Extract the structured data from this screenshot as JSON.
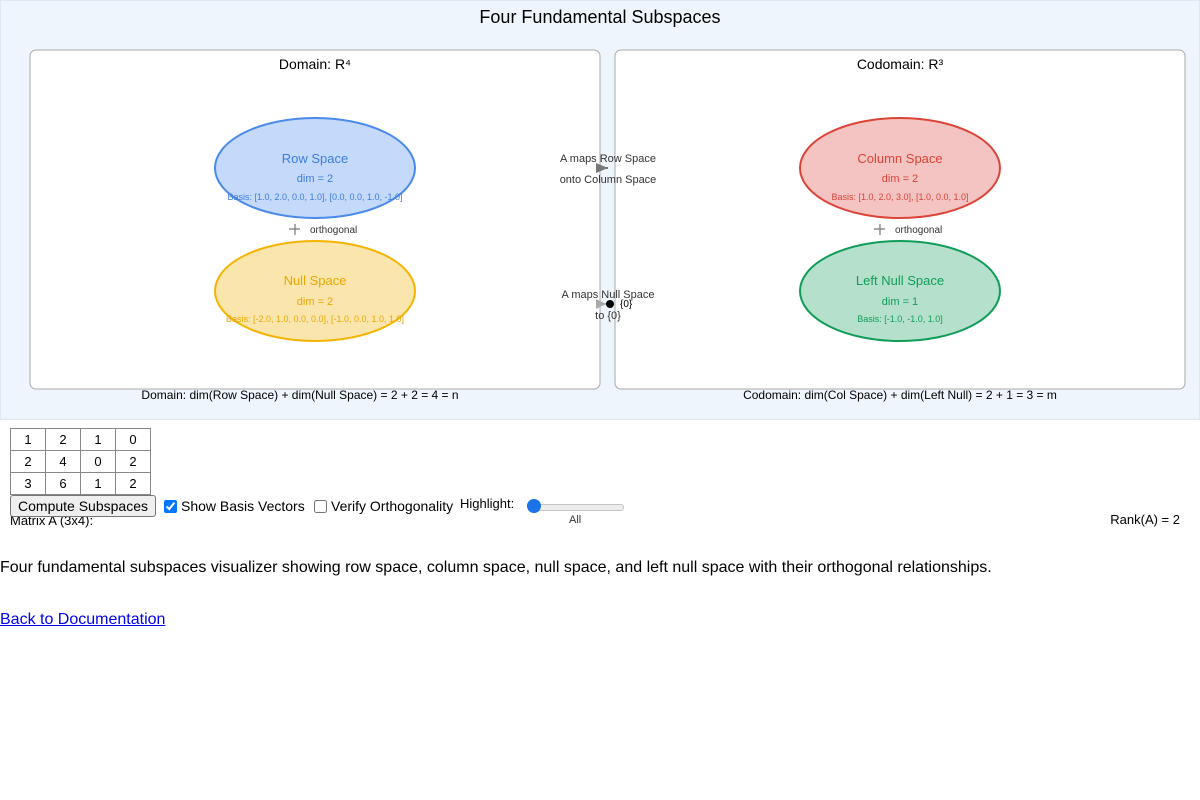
{
  "title": "Four Fundamental Subspaces",
  "domain_panel": {
    "label": "Domain: R⁴",
    "summary": "Domain: dim(Row Space) + dim(Null Space) = 2 + 2 = 4 = n"
  },
  "codomain_panel": {
    "label": "Codomain: R³",
    "summary": "Codomain: dim(Col Space) + dim(Left Null) = 2 + 1 = 3 = m"
  },
  "subspaces": {
    "row": {
      "name": "Row Space",
      "dim": "dim = 2",
      "basis": "Basis: [1.0, 2.0, 0.0, 1.0], [0.0, 0.0, 1.0, -1.0]",
      "fill": "#c5d9fa",
      "stroke": "#4a8ae8",
      "text_color": "#3b7de0"
    },
    "null": {
      "name": "Null Space",
      "dim": "dim = 2",
      "basis": "Basis: [-2.0, 1.0, 0.0, 0.0], [-1.0, 0.0, 1.0, 1.0]",
      "fill": "#fae5ad",
      "stroke": "#f4b400",
      "text_color": "#e8a800"
    },
    "column": {
      "name": "Column Space",
      "dim": "dim = 2",
      "basis": "Basis: [1.0, 2.0, 3.0], [1.0, 0.0, 1.0]",
      "fill": "#f3c4c2",
      "stroke": "#db4437",
      "text_color": "#db4437"
    },
    "left_null": {
      "name": "Left Null Space",
      "dim": "dim = 1",
      "basis": "Basis: [-1.0, -1.0, 1.0]",
      "fill": "#b5e0cb",
      "stroke": "#0f9d58",
      "text_color": "#0f9d58"
    }
  },
  "orthogonal_label": "orthogonal",
  "maps": {
    "row_to_col": [
      "A maps Row Space",
      "onto Column Space"
    ],
    "null_to_zero": [
      "A maps Null Space",
      "to {0}"
    ],
    "zero_label": "{0}"
  },
  "matrix": {
    "label": "Matrix A (3x4):",
    "rows": [
      [
        "1",
        "2",
        "1",
        "0"
      ],
      [
        "2",
        "4",
        "0",
        "2"
      ],
      [
        "3",
        "6",
        "1",
        "2"
      ]
    ]
  },
  "controls": {
    "compute_label": "Compute Subspaces",
    "show_basis_label": "Show Basis Vectors",
    "show_basis_checked": true,
    "verify_ortho_label": "Verify Orthogonality",
    "verify_ortho_checked": false,
    "highlight_label": "Highlight:",
    "highlight_value": "All"
  },
  "rank": "Rank(A) = 2",
  "description": "Four fundamental subspaces visualizer showing row space, column space, null space, and left null space with their orthogonal relationships.",
  "back_link": "Back to Documentation",
  "colors": {
    "panel_background": "#eef5fd",
    "box_stroke": "#aaaaaa",
    "arrow": "#777777"
  }
}
